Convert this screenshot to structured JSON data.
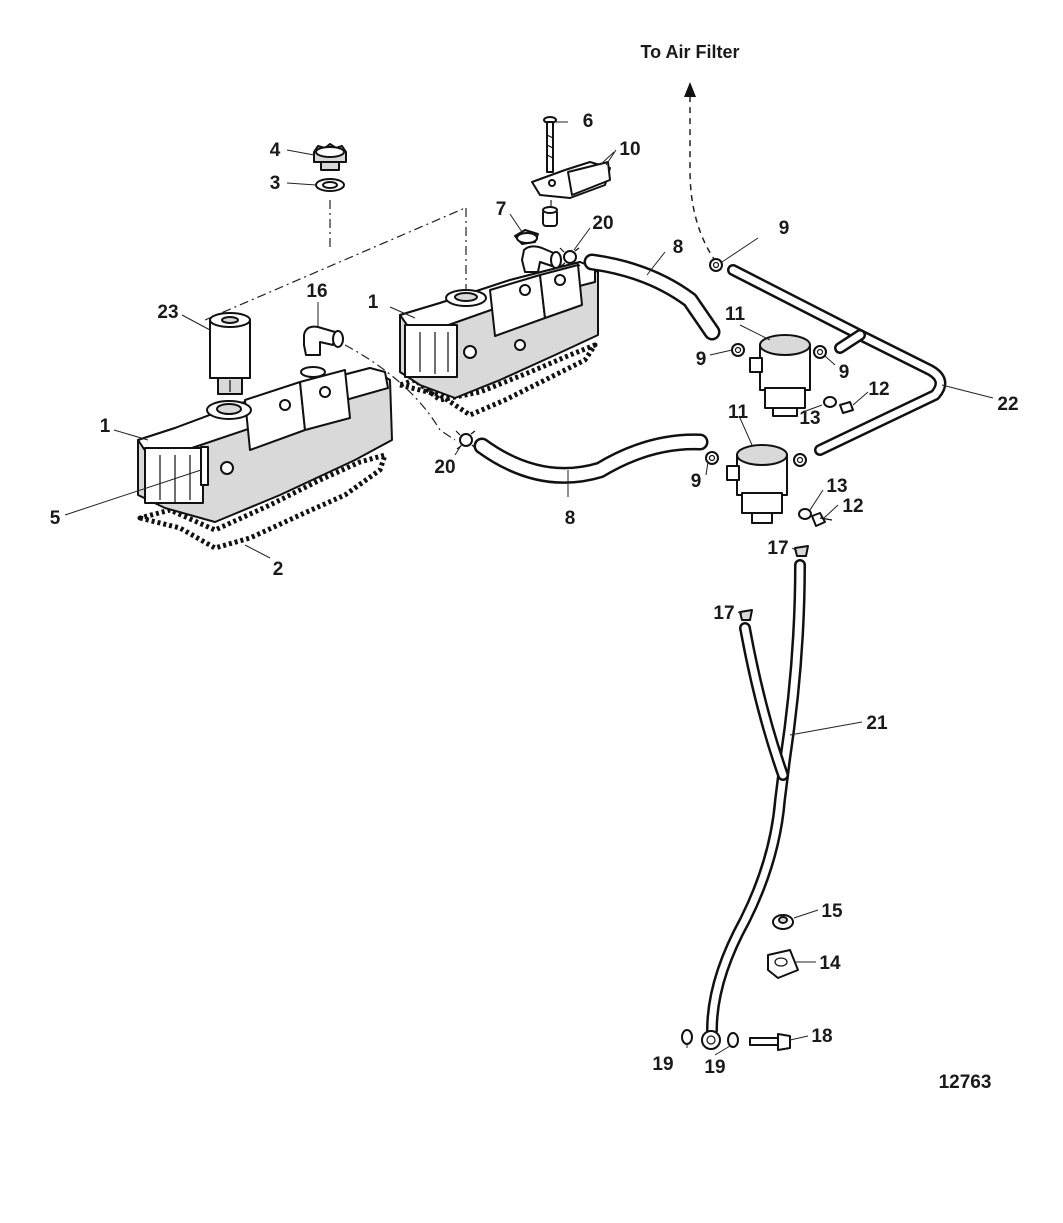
{
  "header": {
    "destination_label": "To Air Filter"
  },
  "figure_number": "12763",
  "callouts": {
    "c1a": "1",
    "c1b": "1",
    "c2": "2",
    "c3": "3",
    "c4": "4",
    "c5": "5",
    "c6": "6",
    "c7": "7",
    "c8a": "8",
    "c8b": "8",
    "c9a": "9",
    "c9b": "9",
    "c9c": "9",
    "c9d": "9",
    "c10": "10",
    "c11a": "11",
    "c11b": "11",
    "c12a": "12",
    "c12b": "12",
    "c13a": "13",
    "c13b": "13",
    "c14": "14",
    "c15": "15",
    "c16": "16",
    "c17a": "17",
    "c17b": "17",
    "c18": "18",
    "c19a": "19",
    "c19b": "19",
    "c20a": "20",
    "c20b": "20",
    "c21": "21",
    "c22": "22",
    "c23": "23"
  }
}
